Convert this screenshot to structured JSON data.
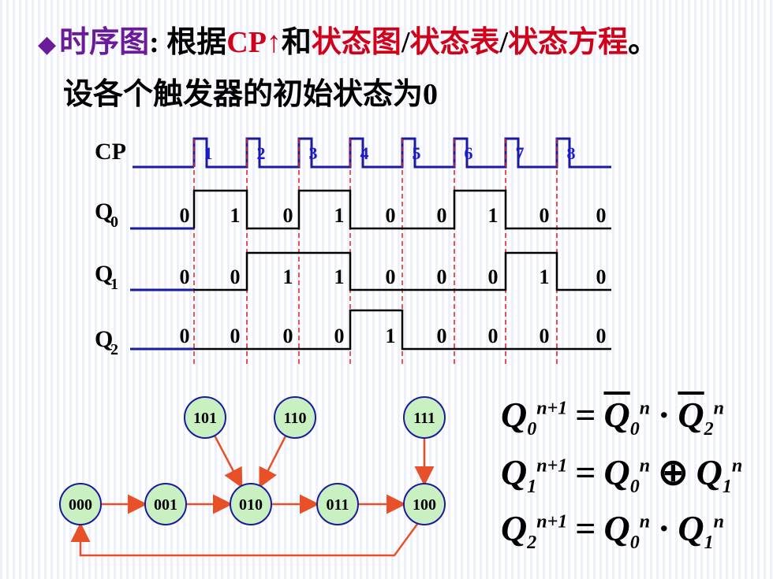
{
  "title": {
    "bullet": "◆",
    "p1": "时序图",
    "p2": ": 根据",
    "p3": "CP↑",
    "p4": "和",
    "p5": "状态图",
    "sep1": "/",
    "p6": "状态表",
    "sep2": "/",
    "p7": "状态方程",
    "p8": "。"
  },
  "subtitle": "设各个触发器的初始状态为0",
  "timing": {
    "signals": [
      "CP",
      "Q",
      "Q",
      "Q"
    ],
    "subscripts": [
      "",
      "0",
      "1",
      "2"
    ],
    "pulses": [
      "1",
      "2",
      "3",
      "4",
      "5",
      "6",
      "7",
      "8"
    ],
    "q0": [
      "0",
      "1",
      "0",
      "1",
      "0",
      "0",
      "1",
      "0",
      "0"
    ],
    "q1": [
      "0",
      "0",
      "1",
      "1",
      "0",
      "0",
      "0",
      "1",
      "0"
    ],
    "q2": [
      "0",
      "0",
      "0",
      "0",
      "1",
      "0",
      "0",
      "0",
      "0"
    ]
  },
  "state_graph": {
    "nodes": [
      "000",
      "001",
      "010",
      "011",
      "100",
      "101",
      "110",
      "111"
    ],
    "edges": [
      [
        "000",
        "001"
      ],
      [
        "001",
        "010"
      ],
      [
        "010",
        "011"
      ],
      [
        "011",
        "100"
      ],
      [
        "100",
        "000"
      ],
      [
        "101",
        "010"
      ],
      [
        "110",
        "010"
      ],
      [
        "111",
        "100"
      ]
    ]
  },
  "colors": {
    "title_purple": "#6a1b9a",
    "title_red": "#d0021b",
    "cp_blue": "#1a1aa0",
    "edge_red": "#e8502a",
    "node_fill": "#c8f0c0"
  },
  "equations": [
    {
      "lhs": "Q",
      "lhs_sub": "0",
      "lhs_sup": "n+1",
      "eq": "=",
      "a": "Q",
      "a_sub": "0",
      "a_sup": "n",
      "op": "·",
      "b": "Q",
      "b_sub": "2",
      "b_sup": "n"
    },
    {
      "lhs": "Q",
      "lhs_sub": "1",
      "lhs_sup": "n+1",
      "eq": "=",
      "a": "Q",
      "a_sub": "0",
      "a_sup": "n",
      "op": "⊕",
      "b": "Q",
      "b_sub": "1",
      "b_sup": "n"
    },
    {
      "lhs": "Q",
      "lhs_sub": "2",
      "lhs_sup": "n+1",
      "eq": "=",
      "a": "Q",
      "a_sub": "0",
      "a_sup": "n",
      "op": "·",
      "b": "Q",
      "b_sub": "1",
      "b_sup": "n"
    }
  ]
}
